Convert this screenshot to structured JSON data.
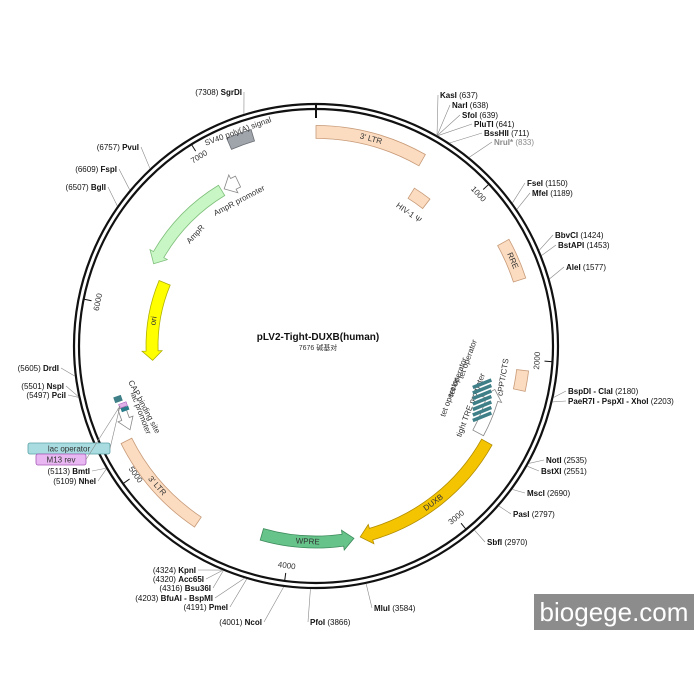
{
  "plasmid": {
    "name": "pLV2-Tight-DUXB(human)",
    "size_label": "7676 碱基对",
    "total_bp": 7676
  },
  "ticks": [
    {
      "bp": 1000,
      "label": "1000"
    },
    {
      "bp": 2000,
      "label": "2000"
    },
    {
      "bp": 3000,
      "label": "3000"
    },
    {
      "bp": 4000,
      "label": "4000"
    },
    {
      "bp": 5000,
      "label": "5000"
    },
    {
      "bp": 6000,
      "label": "6000"
    },
    {
      "bp": 7000,
      "label": "7000"
    }
  ],
  "features": [
    {
      "name": "3' LTR",
      "label": "3' LTR",
      "start": 0,
      "end": 634,
      "color": "#fcdcc0",
      "stroke": "#c79a78",
      "arrow": "none",
      "label_pos": "on"
    },
    {
      "name": "HIV-1 psi",
      "label": "HIV-1 Ψ",
      "start": 681,
      "end": 806,
      "color": "#fcdcc0",
      "stroke": "#c79a78",
      "arrow": "none",
      "label_pos": "inside"
    },
    {
      "name": "RRE",
      "label": "RRE",
      "start": 1302,
      "end": 1536,
      "color": "#fcdcc0",
      "stroke": "#c79a78",
      "arrow": "none",
      "label_pos": "on"
    },
    {
      "name": "cPPT/CTS",
      "label": "cPPT/CTS",
      "start": 2062,
      "end": 2180,
      "color": "#fcdcc0",
      "stroke": "#c79a78",
      "arrow": "none",
      "label_pos": "inside"
    },
    {
      "name": "tight TRE promoter",
      "label": "tight TRE promoter",
      "start": 2210,
      "end": 2520,
      "color": "#ffffff",
      "stroke": "#888888",
      "arrow": "ccw",
      "label_pos": "inside"
    },
    {
      "name": "DUXB",
      "label": "DUXB",
      "start": 2545,
      "end": 3560,
      "color": "#f5c400",
      "stroke": "#b08c00",
      "arrow": "cw",
      "label_pos": "on"
    },
    {
      "name": "WPRE",
      "label": "WPRE",
      "start": 3600,
      "end": 4180,
      "color": "#66c48a",
      "stroke": "#3d8a5b",
      "arrow": "ccw",
      "label_pos": "on"
    },
    {
      "name": "3' LTR (2)",
      "label": "3' LTR",
      "start": 4560,
      "end": 5190,
      "color": "#fcdcc0",
      "stroke": "#c79a78",
      "arrow": "none",
      "label_pos": "on"
    },
    {
      "name": "lac promoter",
      "label": "lac promoter",
      "start": 5240,
      "end": 5380,
      "color": "#ffffff",
      "stroke": "#888888",
      "arrow": "ccw",
      "label_pos": "inside"
    },
    {
      "name": "ori",
      "label": "ori",
      "start": 5650,
      "end": 6240,
      "color": "#ffff00",
      "stroke": "#b0b000",
      "arrow": "ccw",
      "label_pos": "on"
    },
    {
      "name": "AmpR",
      "label": "AmpR",
      "start": 6330,
      "end": 7010,
      "color": "#c8f7c5",
      "stroke": "#7fbf7b",
      "arrow": "ccw",
      "label_pos": "inside"
    },
    {
      "name": "AmpR promoter",
      "label": "AmpR promoter",
      "start": 7030,
      "end": 7135,
      "color": "#ffffff",
      "stroke": "#888888",
      "arrow": "ccw",
      "label_pos": "inside"
    },
    {
      "name": "SV40 poly(A) signal",
      "label": "SV40 poly(A) signal",
      "start": 7180,
      "end": 7320,
      "color": "#a0a4ab",
      "stroke": "#6a6e75",
      "arrow": "none",
      "label_pos": "outside"
    }
  ],
  "tet_operators": {
    "labels": [
      "tet operator",
      "tet operator",
      "tet operator"
    ],
    "color": "#3f7f88",
    "count": 7
  },
  "cap_site": {
    "label": "CAP binding site"
  },
  "primers": [
    {
      "label": "lac operator",
      "bg": "#a8dce0",
      "border": "#5aa0a6"
    },
    {
      "label": "M13 rev",
      "bg": "#e9b7f2",
      "border": "#a55ab8"
    }
  ],
  "sites": [
    {
      "name": "SgrDI",
      "pos_text": "(7308)",
      "bp": 7308,
      "side": "left"
    },
    {
      "name": "KasI",
      "pos_text": "(637)",
      "bp": 637,
      "side": "right",
      "style": "bold"
    },
    {
      "name": "NarI",
      "pos_text": "(638)",
      "bp": 638,
      "side": "right",
      "style": "bold"
    },
    {
      "name": "SfoI",
      "pos_text": "(639)",
      "bp": 639,
      "side": "right",
      "style": "bold"
    },
    {
      "name": "PluTI",
      "pos_text": "(641)",
      "bp": 641,
      "side": "right",
      "style": "bold"
    },
    {
      "name": "BssHII",
      "pos_text": "(711)",
      "bp": 711,
      "side": "right",
      "style": "bold"
    },
    {
      "name": "NruI*",
      "pos_text": "(833)",
      "bp": 833,
      "side": "right",
      "style": "gray"
    },
    {
      "name": "FseI",
      "pos_text": "(1150)",
      "bp": 1150,
      "side": "right",
      "style": "bold"
    },
    {
      "name": "MfeI",
      "pos_text": "(1189)",
      "bp": 1189,
      "side": "right",
      "style": "bold"
    },
    {
      "name": "BbvCI",
      "pos_text": "(1424)",
      "bp": 1424,
      "side": "right",
      "style": "bold"
    },
    {
      "name": "BstAPI",
      "pos_text": "(1453)",
      "bp": 1453,
      "side": "right",
      "style": "bold"
    },
    {
      "name": "AleI",
      "pos_text": "(1577)",
      "bp": 1577,
      "side": "right",
      "style": "bold"
    },
    {
      "name": "BspDI - ClaI",
      "pos_text": "(2180)",
      "bp": 2180,
      "side": "right",
      "style": "bold"
    },
    {
      "name": "PaeR7I - PspXI - XhoI",
      "pos_text": "(2203)",
      "bp": 2203,
      "side": "right",
      "style": "bold"
    },
    {
      "name": "NotI",
      "pos_text": "(2535)",
      "bp": 2535,
      "side": "right",
      "style": "bold"
    },
    {
      "name": "BstXI",
      "pos_text": "(2551)",
      "bp": 2551,
      "side": "right",
      "style": "bold"
    },
    {
      "name": "MscI",
      "pos_text": "(2690)",
      "bp": 2690,
      "side": "right",
      "style": "bold"
    },
    {
      "name": "PasI",
      "pos_text": "(2797)",
      "bp": 2797,
      "side": "right",
      "style": "bold"
    },
    {
      "name": "SbfI",
      "pos_text": "(2970)",
      "bp": 2970,
      "side": "right",
      "style": "bold"
    },
    {
      "name": "MluI",
      "pos_text": "(3584)",
      "bp": 3584,
      "side": "right",
      "style": "bold"
    },
    {
      "name": "PfoI",
      "pos_text": "(3866)",
      "bp": 3866,
      "side": "right",
      "style": "bold"
    },
    {
      "name": "NcoI",
      "pos_text": "(4001)",
      "bp": 4001,
      "side": "left",
      "style": "bold"
    },
    {
      "name": "PmeI",
      "pos_text": "(4191)",
      "bp": 4191,
      "side": "left",
      "style": "bold"
    },
    {
      "name": "BfuAI - BspMI",
      "pos_text": "(4203)",
      "bp": 4203,
      "side": "left",
      "style": "bold"
    },
    {
      "name": "Bsu36I",
      "pos_text": "(4316)",
      "bp": 4316,
      "side": "left",
      "style": "bold"
    },
    {
      "name": "Acc65I",
      "pos_text": "(4320)",
      "bp": 4320,
      "side": "left",
      "style": "bold"
    },
    {
      "name": "KpnI",
      "pos_text": "(4324)",
      "bp": 4324,
      "side": "left",
      "style": "bold"
    },
    {
      "name": "NheI",
      "pos_text": "(5109)",
      "bp": 5109,
      "side": "left",
      "style": "bold"
    },
    {
      "name": "BmtI",
      "pos_text": "(5113)",
      "bp": 5113,
      "side": "left",
      "style": "bold"
    },
    {
      "name": "PciI",
      "pos_text": "(5497)",
      "bp": 5497,
      "side": "left",
      "style": "bold"
    },
    {
      "name": "NspI",
      "pos_text": "(5501)",
      "bp": 5501,
      "side": "left",
      "style": "bold"
    },
    {
      "name": "DrdI",
      "pos_text": "(5605)",
      "bp": 5605,
      "side": "left",
      "style": "bold"
    },
    {
      "name": "BglI",
      "pos_text": "(6507)",
      "bp": 6507,
      "side": "left",
      "style": "bold"
    },
    {
      "name": "FspI",
      "pos_text": "(6609)",
      "bp": 6609,
      "side": "left",
      "style": "bold"
    },
    {
      "name": "PvuI",
      "pos_text": "(6757)",
      "bp": 6757,
      "side": "left",
      "style": "bold"
    }
  ],
  "watermark": "biogege.com"
}
